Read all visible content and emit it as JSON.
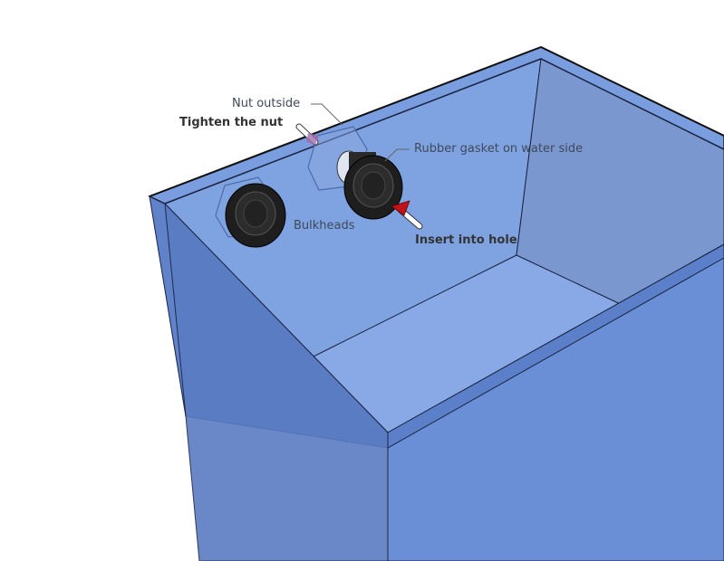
{
  "labels": {
    "nut_outside": "Nut outside",
    "tighten": "Tighten the nut",
    "gasket": "Rubber gasket on water side",
    "bulkheads": "Bulkheads",
    "insert": "Insert into hole"
  },
  "colors": {
    "tank_glass": "#6f95d8",
    "tank_edge": "#1a2340",
    "bulkhead": "#1c1c1c",
    "arrow_head": "#c0141a"
  }
}
